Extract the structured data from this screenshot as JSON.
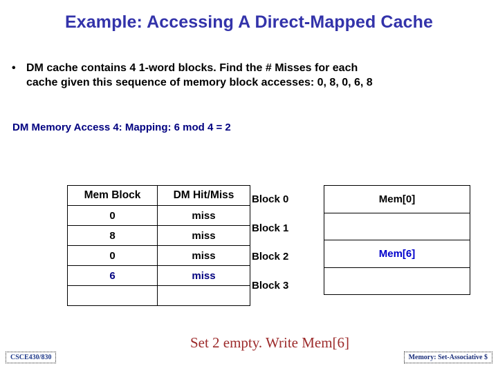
{
  "slide": {
    "title": "Example: Accessing A Direct-Mapped Cache",
    "bullets": [
      {
        "mark": "•",
        "line1": "DM cache contains 4 1-word blocks. Find the # Misses for each",
        "line2": "cache given this sequence of memory block accesses: 0, 8, 0, 6, 8"
      }
    ],
    "access_heading": "DM Memory Access 4:  Mapping: 6 mod 4 = 2",
    "caption": "Set 2 empty. Write Mem[6]"
  },
  "access_table": {
    "headers": [
      "Mem Block",
      "DM Hit/Miss"
    ],
    "rows": [
      {
        "mem_block": "0",
        "hit_miss": "miss",
        "highlight": false
      },
      {
        "mem_block": "8",
        "hit_miss": "miss",
        "highlight": false
      },
      {
        "mem_block": "0",
        "hit_miss": "miss",
        "highlight": false
      },
      {
        "mem_block": "6",
        "hit_miss": "miss",
        "highlight": true
      },
      {
        "mem_block": "",
        "hit_miss": "",
        "highlight": false
      }
    ]
  },
  "cache": {
    "block_labels": [
      "Block 0",
      "Block 1",
      "Block 2",
      "Block 3"
    ],
    "contents": [
      {
        "value": "Mem[0]",
        "highlight": false
      },
      {
        "value": "",
        "highlight": false
      },
      {
        "value": "Mem[6]",
        "highlight": true
      },
      {
        "value": "",
        "highlight": false
      }
    ]
  },
  "footer": {
    "left": "CSCE430/830",
    "right": "Memory: Set-Associative $"
  },
  "colors": {
    "title_blue": "#3333aa",
    "heading_navy": "#000080",
    "highlight_navy": "#000080",
    "cache_highlight_blue": "#0000cc",
    "caption_red": "#9c2a2a",
    "footer_blue": "#1f3a8a",
    "border_black": "#000000",
    "background": "#ffffff"
  }
}
